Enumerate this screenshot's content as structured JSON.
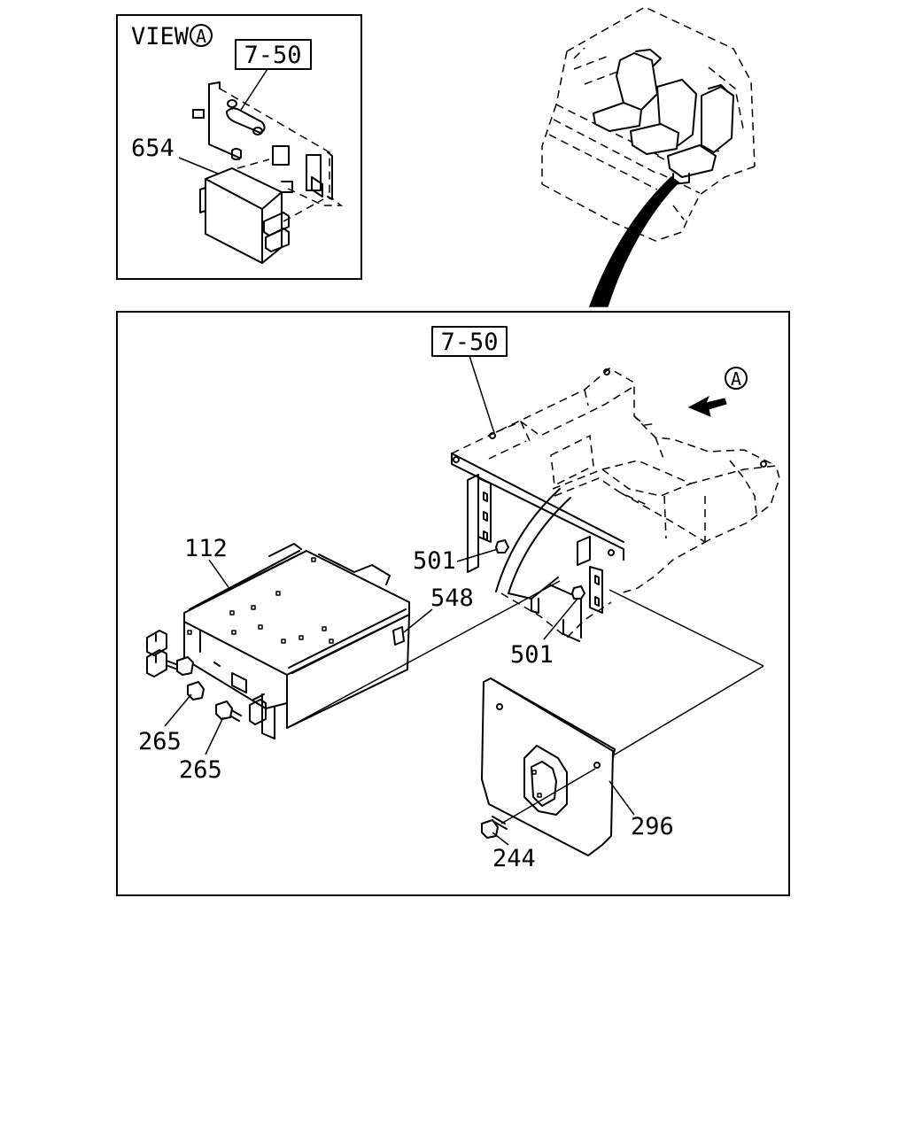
{
  "view": {
    "word": "VIEW",
    "letter": "A"
  },
  "arrow_marker": {
    "letter": "A"
  },
  "refs": {
    "inset_ref": "7-50",
    "main_ref": "7-50"
  },
  "parts": {
    "p654": "654",
    "p112": "112",
    "p548": "548",
    "p501a": "501",
    "p501b": "501",
    "p265a": "265",
    "p265b": "265",
    "p296": "296",
    "p244": "244"
  }
}
